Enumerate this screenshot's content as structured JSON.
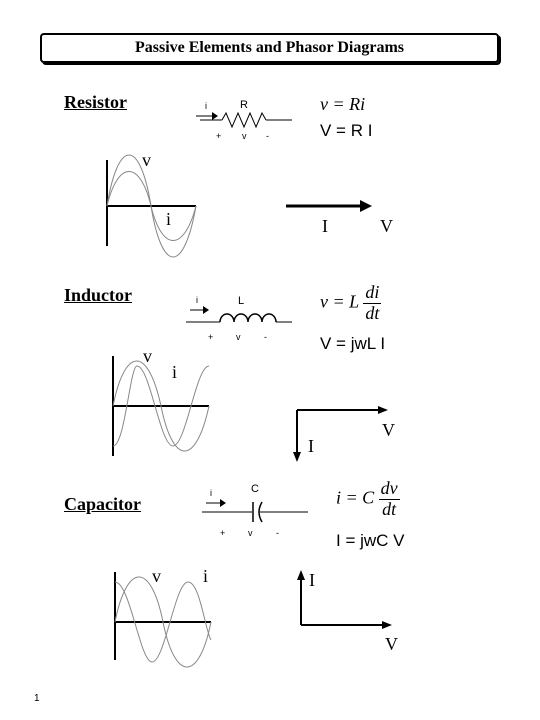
{
  "title": "Passive Elements and Phasor Diagrams",
  "page_number": "1",
  "resistor": {
    "heading": "Resistor",
    "symbol": {
      "current": "i",
      "name": "R",
      "plus": "+",
      "v": "v",
      "minus": "-"
    },
    "eq_time": "v = Ri",
    "eq_phasor": "V = R I",
    "wave_labels": {
      "v": "v",
      "i": "i"
    },
    "phasor_labels": {
      "I": "I",
      "V": "V"
    }
  },
  "inductor": {
    "heading": "Inductor",
    "symbol": {
      "current": "i",
      "name": "L",
      "plus": "+",
      "v": "v",
      "minus": "-"
    },
    "eq_lhs": "v = L",
    "eq_num": "di",
    "eq_den": "dt",
    "eq_phasor": "V = jwL I",
    "wave_labels": {
      "v": "v",
      "i": "i"
    },
    "phasor_labels": {
      "I": "I",
      "V": "V"
    }
  },
  "capacitor": {
    "heading": "Capacitor",
    "symbol": {
      "current": "i",
      "name": "C",
      "plus": "+",
      "v": "v",
      "minus": "-"
    },
    "eq_lhs": "i = C",
    "eq_num": "dv",
    "eq_den": "dt",
    "eq_phasor": "I = jwC V",
    "wave_labels": {
      "v": "v",
      "i": "i"
    },
    "phasor_labels": {
      "I": "I",
      "V": "V"
    }
  }
}
